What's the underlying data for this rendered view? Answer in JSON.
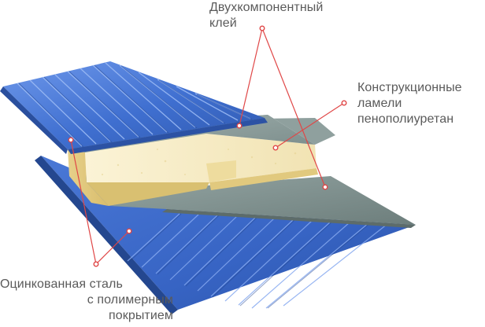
{
  "diagram": {
    "labels": {
      "adhesive": {
        "line1": "Двухкомпонентный",
        "line2": "клей"
      },
      "core": {
        "line1": "Конструкционные",
        "line2": "ламели",
        "line3": "пенополиуретан"
      },
      "steel": {
        "line1": "Оцинкованная сталь",
        "line2": "с полимерным",
        "line3": "покрытием"
      }
    },
    "colors": {
      "steel_blue": "#3f6fd0",
      "steel_dark": "#2a4f9e",
      "steel_light": "#6f98e8",
      "adhesive_grey": "#8a9a98",
      "foam_core": "#f4e9c2",
      "foam_edge": "#e3cf8e",
      "callout_line": "#e04747",
      "label_text": "#5a5a5a"
    }
  }
}
